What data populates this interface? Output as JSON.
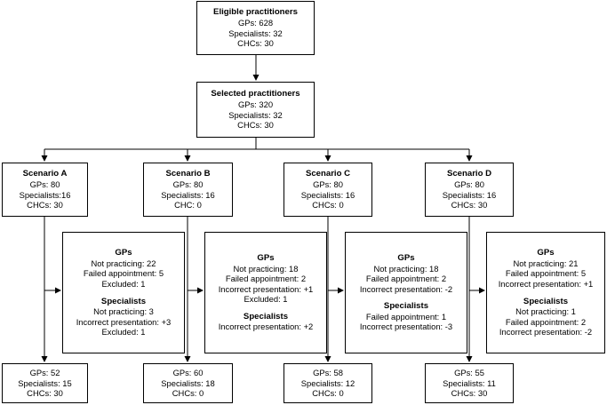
{
  "eligible": {
    "title": "Eligible practitioners",
    "lines": [
      "GPs: 628",
      "Specialists: 32",
      "CHCs: 30"
    ]
  },
  "selected": {
    "title": "Selected practitioners",
    "lines": [
      "GPs: 320",
      "Specialists: 32",
      "CHCs: 30"
    ]
  },
  "scenarios": [
    {
      "title": "Scenario A",
      "lines": [
        "GPs: 80",
        "Specialists:16",
        "CHCs: 30"
      ],
      "exclusions": {
        "gps_title": "GPs",
        "gps_lines": [
          "Not practicing: 22",
          "Failed appointment: 5",
          "Excluded: 1"
        ],
        "spec_title": "Specialists",
        "spec_lines": [
          "Not practicing: 3",
          "Incorrect presentation: +3",
          "Excluded: 1"
        ]
      },
      "final": [
        "GPs: 52",
        "Specialists: 15",
        "CHCs: 30"
      ]
    },
    {
      "title": "Scenario B",
      "lines": [
        "GPs: 80",
        "Specialists: 16",
        "CHC: 0"
      ],
      "exclusions": {
        "gps_title": "GPs",
        "gps_lines": [
          "Not practicing: 18",
          "Failed appointment: 2",
          "Incorrect presentation: +1",
          "Excluded: 1"
        ],
        "spec_title": "Specialists",
        "spec_lines": [
          "Incorrect presentation: +2"
        ]
      },
      "final": [
        "GPs: 60",
        "Specialists: 18",
        "CHCs: 0"
      ]
    },
    {
      "title": "Scenario C",
      "lines": [
        "GPs: 80",
        "Specialists: 16",
        "CHCs: 0"
      ],
      "exclusions": {
        "gps_title": "GPs",
        "gps_lines": [
          "Not practicing: 18",
          "Failed appointment: 2",
          "Incorrect presentation: -2"
        ],
        "spec_title": "Specialists",
        "spec_lines": [
          "Failed appointment: 1",
          "Incorrect presentation: -3"
        ]
      },
      "final": [
        "GPs: 58",
        "Specialists: 12",
        "CHCs: 0"
      ]
    },
    {
      "title": "Scenario D",
      "lines": [
        "GPs: 80",
        "Specialists: 16",
        "CHCs: 30"
      ],
      "exclusions": {
        "gps_title": "GPs",
        "gps_lines": [
          "Not practicing: 21",
          "Failed appointment: 5",
          "Incorrect presentation: +1"
        ],
        "spec_title": "Specialists",
        "spec_lines": [
          "Not practicing: 1",
          "Failed appointment: 2",
          "Incorrect presentation: -2"
        ]
      },
      "final": [
        "GPs: 55",
        "Specialists: 11",
        "CHCs: 30"
      ]
    }
  ]
}
